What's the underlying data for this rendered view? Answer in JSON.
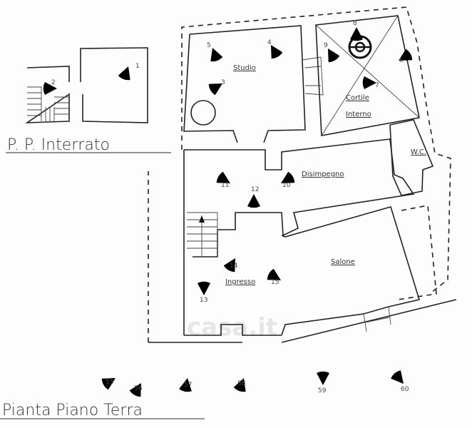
{
  "titles": {
    "basement": "P. P. Interrato",
    "ground_floor": "Pianta Piano Terra"
  },
  "rooms": {
    "studio": "Studio",
    "cortile_line1": "Cortile",
    "cortile_line2": "Interno",
    "wc": "W.C.",
    "disimpegno": "Disimpegno",
    "salone": "Salone",
    "ingresso": "Ingresso"
  },
  "watermark": "casa.it",
  "cameras": {
    "c1": "1",
    "c2": "2",
    "c3": "3",
    "c4": "4",
    "c5": "5",
    "c6": "6",
    "c7": "7",
    "c8": "8",
    "c9": "9",
    "c10": "10",
    "c11": "11",
    "c12": "12",
    "c13": "13",
    "c14": "14",
    "c15": "15",
    "c55": "55",
    "c56": "56",
    "c57": "57",
    "c58": "58",
    "c59": "59",
    "c60": "60"
  }
}
